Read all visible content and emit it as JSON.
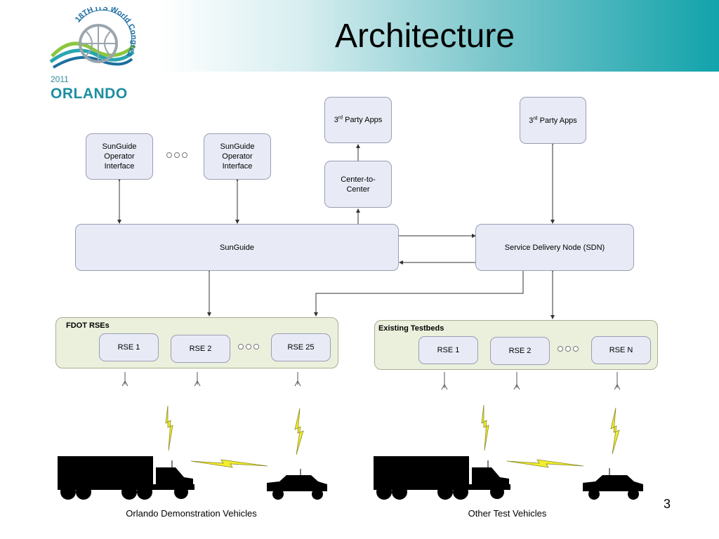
{
  "slide": {
    "title": "Architecture",
    "page_number": "3"
  },
  "logo": {
    "arc_text": "18TH ITS World Congress",
    "year": "2011",
    "city": "ORLANDO"
  },
  "nodes": {
    "operator1": "SunGuide\nOperator\nInterface",
    "operator2": "SunGuide\nOperator\nInterface",
    "third_party_1_base": "3",
    "third_party_1_sup": "rd",
    "third_party_1_rest": " Party Apps",
    "third_party_2_base": "3",
    "third_party_2_sup": "rd",
    "third_party_2_rest": " Party Apps",
    "c2c": "Center-to-\nCenter",
    "sunguide": "SunGuide",
    "sdn": "Service Delivery Node (SDN)"
  },
  "groups": {
    "fdot": {
      "label": "FDOT RSEs",
      "items": [
        "RSE 1",
        "RSE 2",
        "RSE 25"
      ]
    },
    "testbeds": {
      "label": "Existing Testbeds",
      "items": [
        "RSE 1",
        "RSE 2",
        "RSE N"
      ]
    }
  },
  "captions": {
    "left": "Orlando Demonstration Vehicles",
    "right": "Other Test Vehicles"
  },
  "colors": {
    "box_fill": "#e8ebf6",
    "group_fill": "#ebf0dc",
    "lightning": "#f2ee2a",
    "header_teal": "#12a3ab"
  }
}
